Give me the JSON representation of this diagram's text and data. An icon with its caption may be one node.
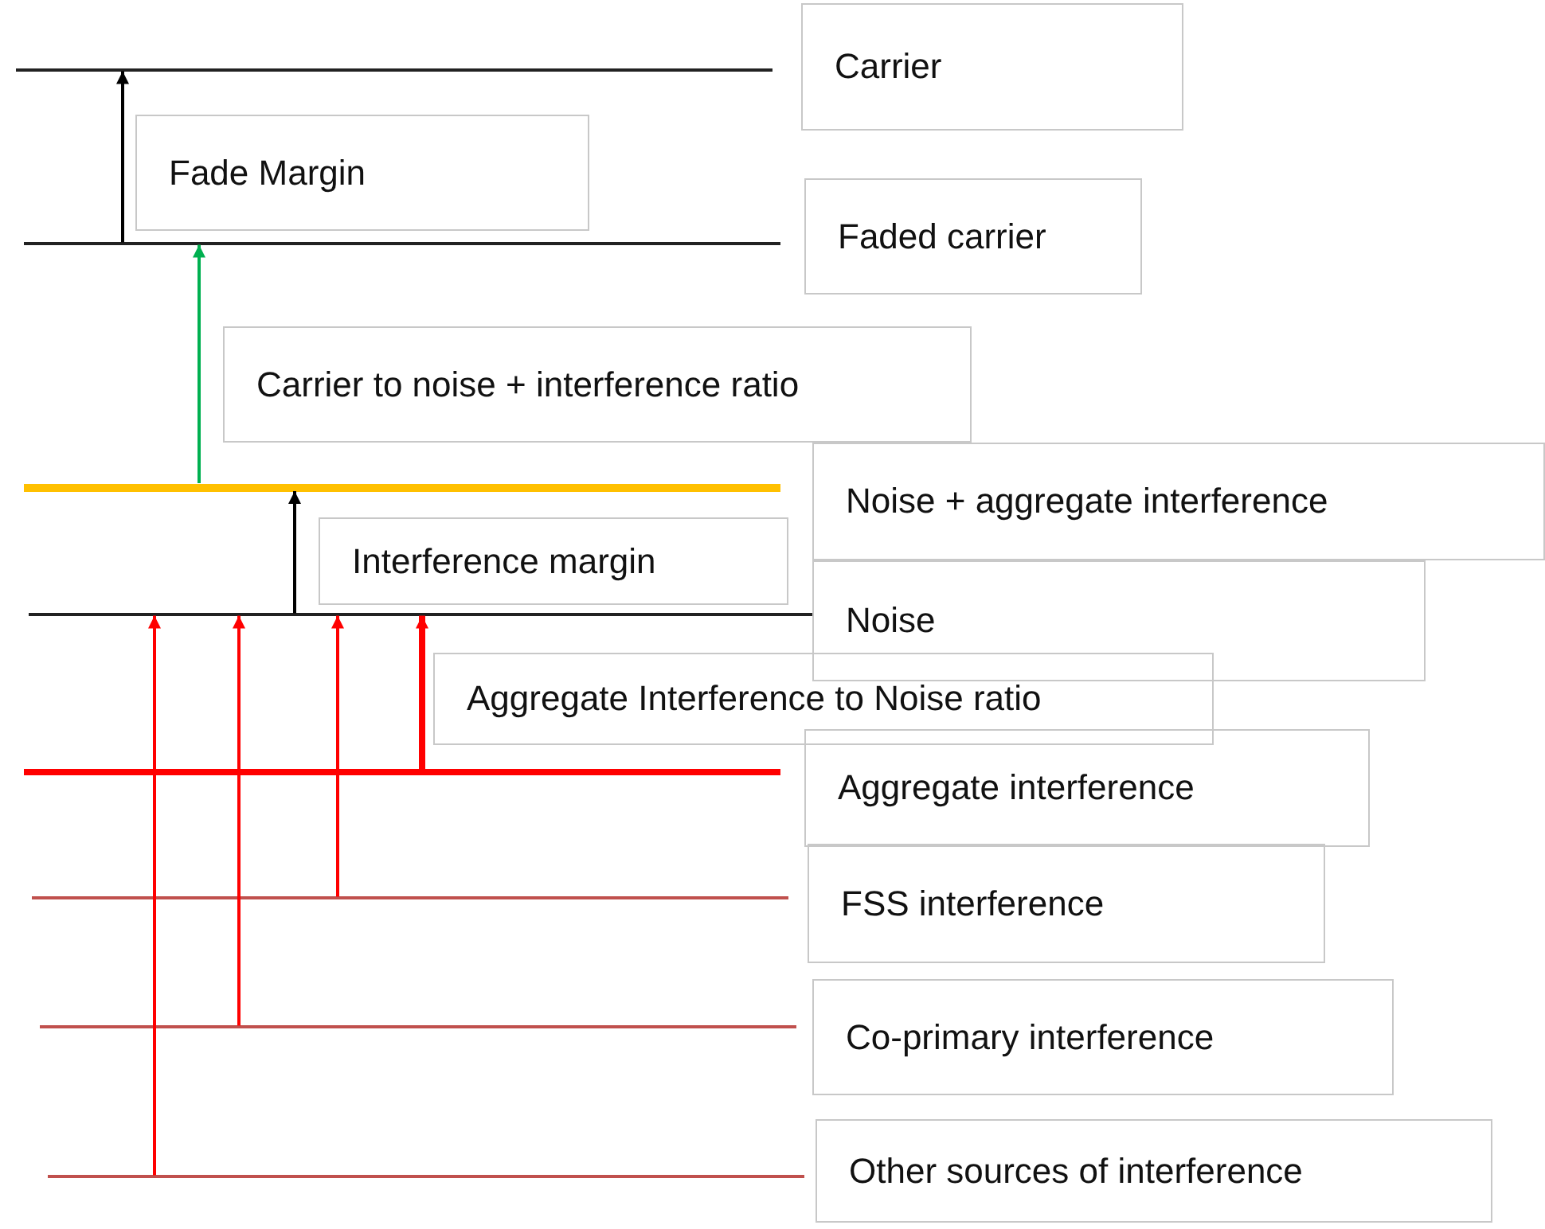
{
  "diagram": {
    "nodes": [
      {
        "text": [],
        "shape": "line"
      },
      {
        "text": [
          "Carrier"
        ]
      },
      {
        "text": [
          "Fade Margin"
        ]
      },
      {
        "text": [],
        "shape": "line"
      },
      {
        "text": [
          "Faded carrier"
        ]
      },
      {
        "text": [
          "Carrier to noise + interference ratio"
        ]
      },
      {
        "text": [],
        "shape": "line"
      },
      {
        "text": [
          "Noise + aggregate interference"
        ]
      },
      {
        "text": [
          "Interference margin"
        ]
      },
      {
        "text": [],
        "shape": "line"
      },
      {
        "text": [
          "Noise"
        ]
      },
      {
        "text": [
          "Aggregate Interference to Noise ratio"
        ]
      },
      {
        "text": [],
        "shape": "line"
      },
      {
        "text": [
          "Aggregate interference"
        ]
      },
      {
        "text": [],
        "shape": "line"
      },
      {
        "text": [
          "FSS interference"
        ]
      },
      {
        "text": [],
        "shape": "line"
      },
      {
        "text": [
          "Co-primary interference"
        ]
      },
      {
        "text": [],
        "shape": "line"
      },
      {
        "text": [
          "Other sources of interference"
        ]
      }
    ],
    "edges": [
      {
        "from": 3,
        "to": 0,
        "arrow": "to",
        "color": "#000000"
      },
      {
        "from": 6,
        "to": 3,
        "arrow": "to",
        "color": "#00b050"
      },
      {
        "from": 9,
        "to": 6,
        "arrow": "to",
        "color": "#000000"
      },
      {
        "from": 12,
        "to": 9,
        "arrow": "to",
        "style": "thick",
        "color": "#ff0000"
      },
      {
        "from": 14,
        "to": 9,
        "arrow": "to",
        "color": "#ff0000"
      },
      {
        "from": 16,
        "to": 9,
        "arrow": "to",
        "color": "#ff0000"
      },
      {
        "from": 18,
        "to": 9,
        "arrow": "to",
        "color": "#ff0000"
      }
    ]
  }
}
